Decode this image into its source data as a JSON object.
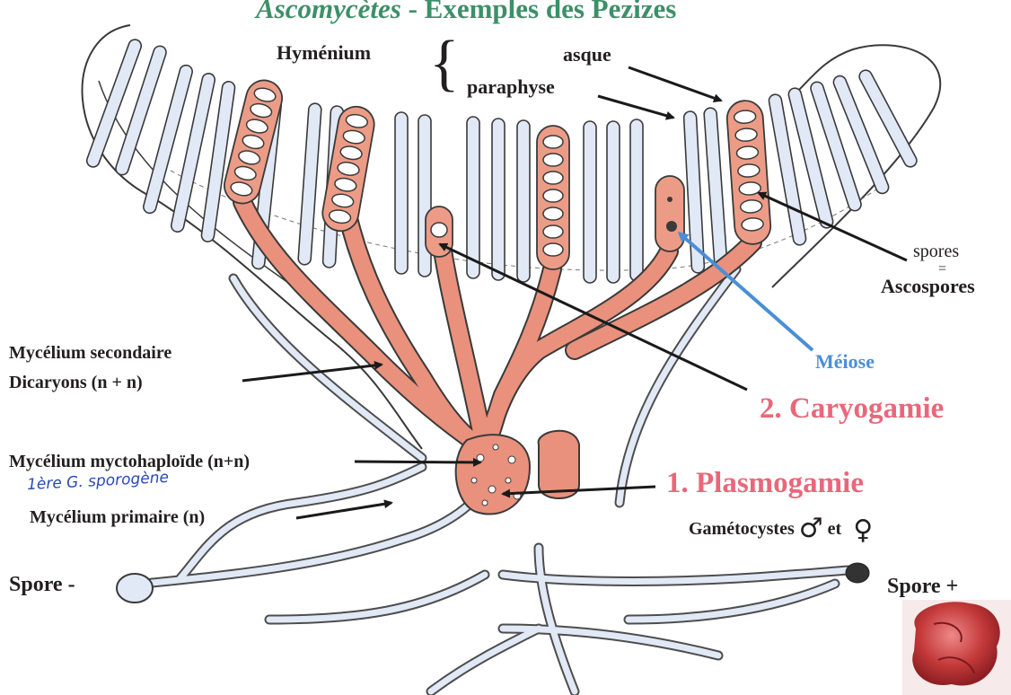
{
  "title": {
    "italic": "Ascomycètes",
    "sep": " - ",
    "rest": "Exemples des Pezizes"
  },
  "labels": {
    "hymenium": "Hyménium",
    "brace": "{",
    "asque": "asque",
    "paraphyse": "paraphyse",
    "spores": "spores",
    "equals": "=",
    "ascospores": "Ascospores",
    "meiose": "Méiose",
    "caryogamie": "2. Caryogamie",
    "plasmogamie": "1. Plasmogamie",
    "gametocystes": "Gamétocystes",
    "male_symbol": "♂",
    "et": "et",
    "female_symbol": "♀",
    "mycelium_secondaire": "Mycélium secondaire",
    "dicaryons": "Dicaryons (n + n)",
    "mycelium_myctohaploide": "Mycélium myctohaploïde (n+n)",
    "handwritten_note": "1ère G. sporogène",
    "mycelium_primaire": "Mycélium primaire (n)",
    "spore_minus": "Spore -",
    "spore_plus": "Spore +"
  },
  "colors": {
    "title": "#3d8f68",
    "hypha_fill": "#e2e9f6",
    "hypha_stroke": "#3a3a3a",
    "dikaryon_fill": "#e9917c",
    "ascus_fill": "#ec9c86",
    "arrow": "#1a1a1a",
    "meiose_arrow": "#4a8fd6",
    "red_label": "#e8687a"
  },
  "icons": [
    "male-symbol-icon",
    "female-symbol-icon",
    "pezize-photo-icon"
  ]
}
